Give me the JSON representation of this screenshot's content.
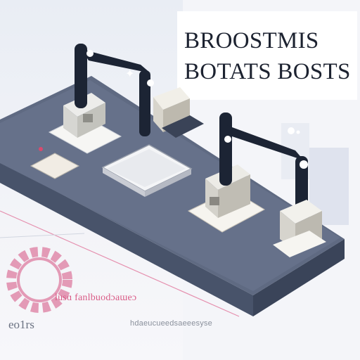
{
  "title": {
    "line1": "BROOSTMIS",
    "line2": "BOTATS BOSTS"
  },
  "captions": {
    "pink": "lusɑ fanlbuodɔaɯeɔ",
    "left": "eo1rs",
    "bottom": "hdaeucueedsaeeesyse"
  },
  "colors": {
    "platform_top": "#5f6a82",
    "platform_side": "#48536a",
    "robot_arm": "#1c2434",
    "robot_base": "#e8e8e2",
    "gear": "#e39ab6",
    "accent_line": "#e58fae"
  }
}
